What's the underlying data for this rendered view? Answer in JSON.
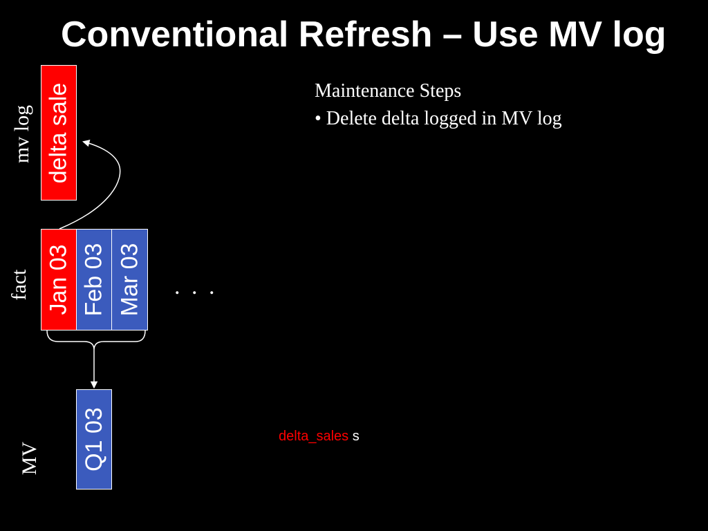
{
  "slide": {
    "title": "Conventional Refresh – Use MV log",
    "steps_heading": "Maintenance Steps",
    "steps": [
      "• Delete delta logged in MV log"
    ]
  },
  "diagram": {
    "row_labels": {
      "mv_log": "mv log",
      "fact": "fact",
      "mv": "MV"
    },
    "mv_log_box": "delta sale",
    "fact_boxes": [
      "Jan 03",
      "Feb 03",
      "Mar 03"
    ],
    "ellipsis": ". . .",
    "mv_box": "Q1 03"
  },
  "query": {
    "highlight": "delta_sales",
    "rest": " s"
  },
  "colors": {
    "background": "#000000",
    "delta": "#ff0000",
    "partition": "#3b5bbd",
    "text": "#ffffff"
  }
}
